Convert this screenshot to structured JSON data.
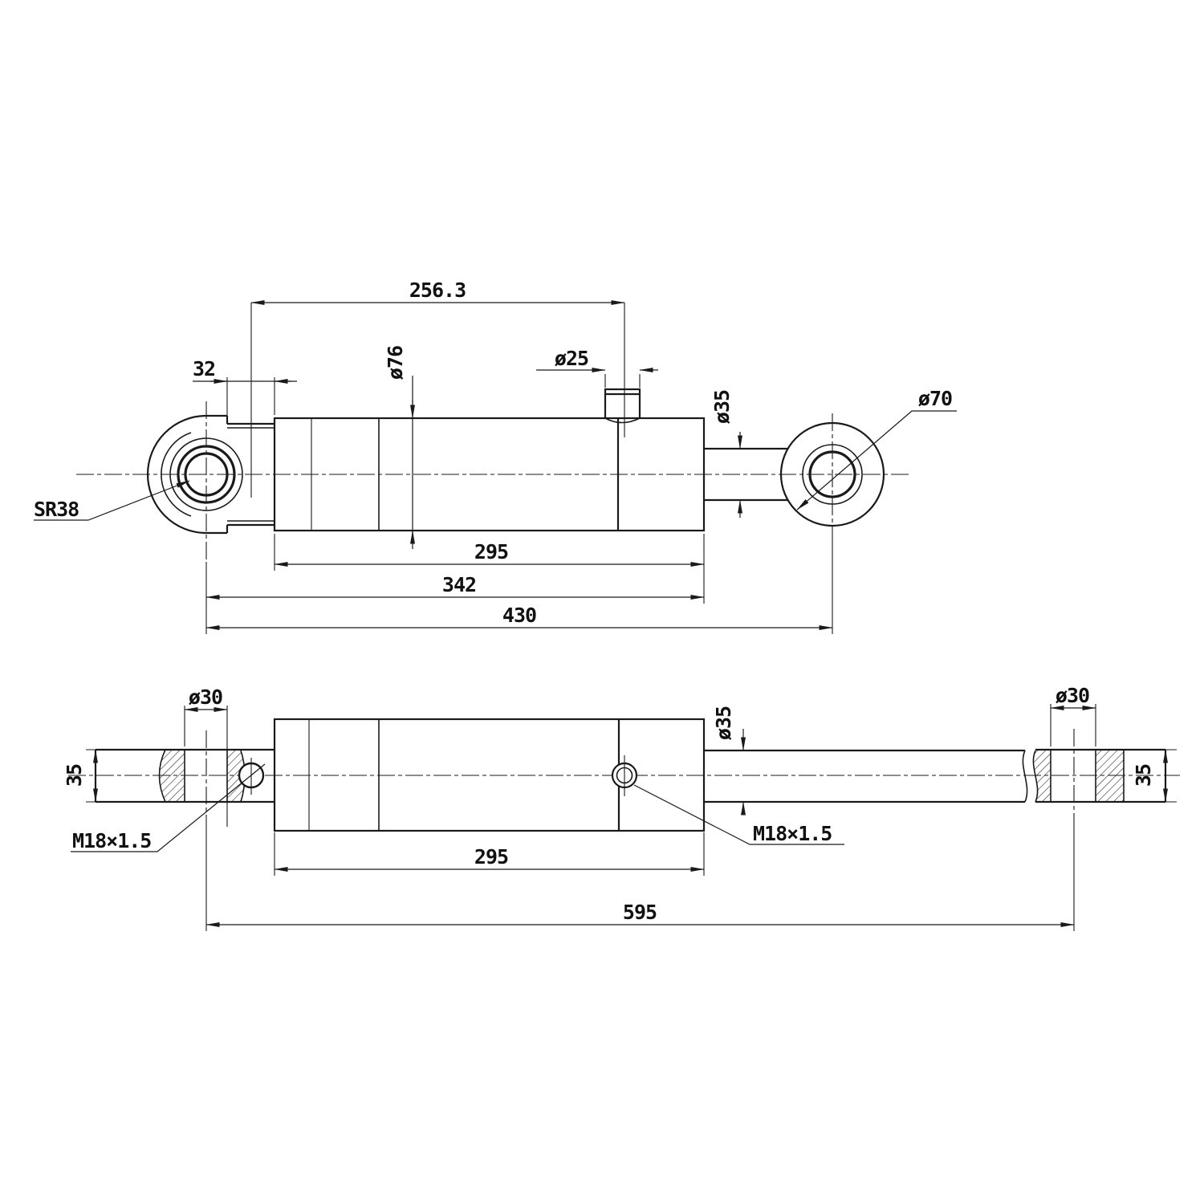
{
  "drawing": {
    "type": "hydraulic-cylinder-engineering-drawing",
    "background_color": "#ffffff",
    "line_color": "#1a1a1a",
    "views": [
      "side-view-retracted",
      "plan-view-extended"
    ]
  },
  "top_view": {
    "dim_stroke": "256.3",
    "dim_neck": "32",
    "dia_bore_tube": "ø76",
    "dia_port_boss": "ø25",
    "dia_rod": "ø35",
    "dia_rod_eye": "ø70",
    "spherical_radius": "SR38",
    "dim_body": "295",
    "dim_pin_to_gland": "342",
    "dim_retracted_length": "430"
  },
  "bottom_view": {
    "dia_pin_bore_left": "ø30",
    "dim_eye_width_left": "35",
    "thread_port_left": "M18×1.5",
    "dim_body": "295",
    "dia_rod": "ø35",
    "thread_port_right": "M18×1.5",
    "dia_pin_bore_right": "ø30",
    "dim_eye_width_right": "35",
    "dim_extended_length": "595"
  }
}
